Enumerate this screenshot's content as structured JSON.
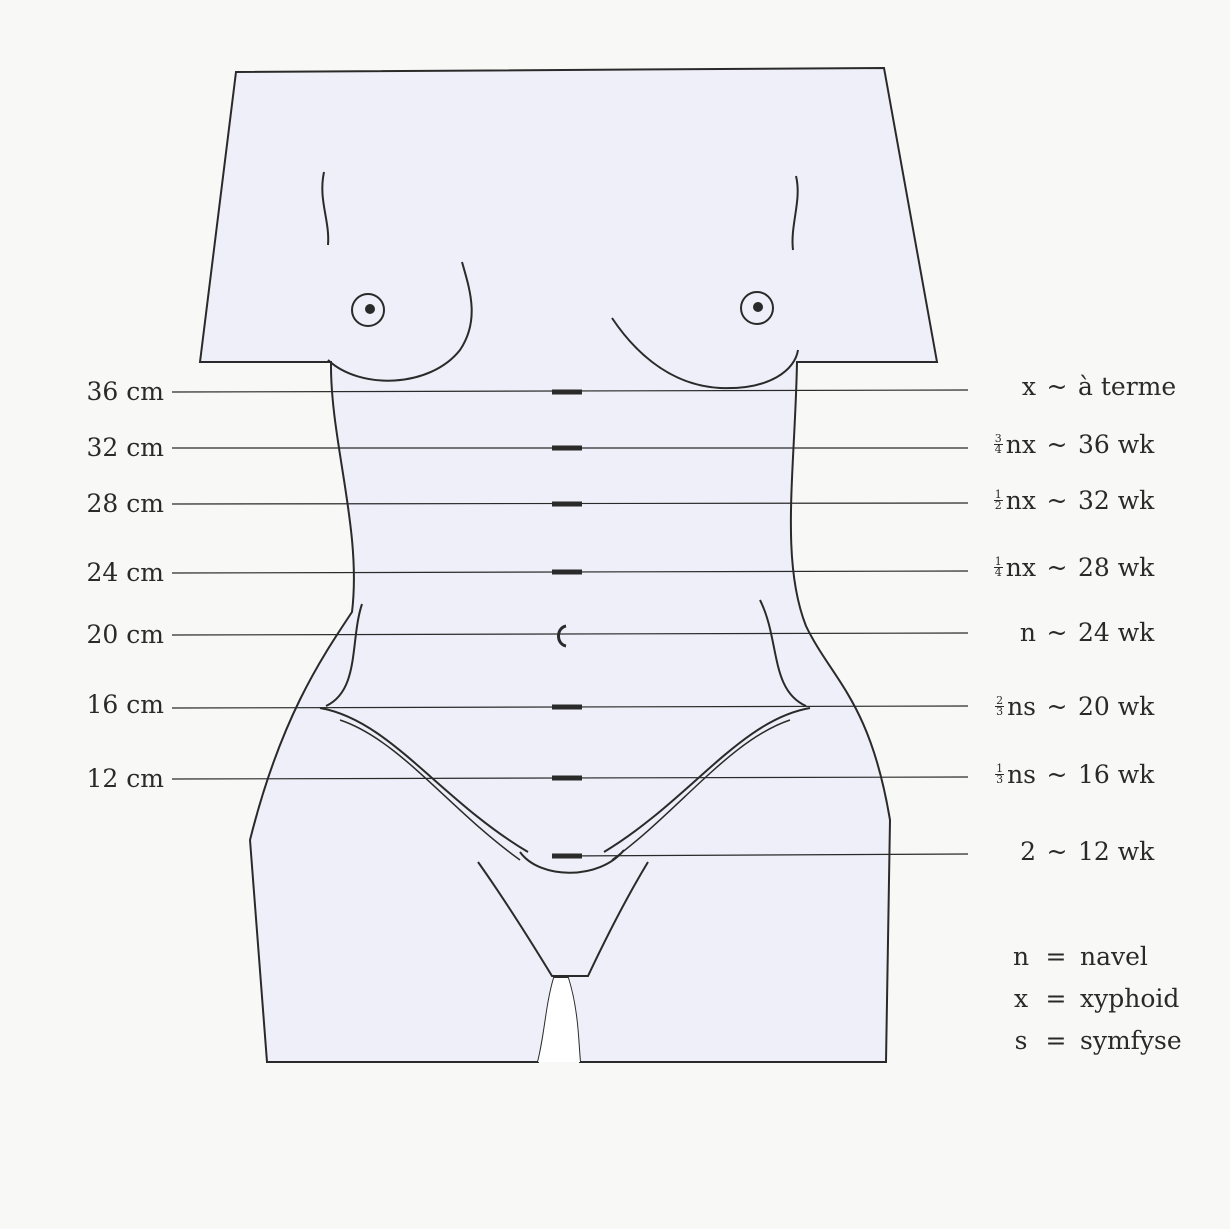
{
  "levels": [
    {
      "cm": "36 cm",
      "num": "",
      "den": "",
      "ratio": "x",
      "tilde": "~",
      "weeks": "à terme"
    },
    {
      "cm": "32 cm",
      "num": "3",
      "den": "4",
      "ratio": "nx",
      "tilde": "~",
      "weeks": "36 wk"
    },
    {
      "cm": "28 cm",
      "num": "1",
      "den": "2",
      "ratio": "nx",
      "tilde": "~",
      "weeks": "32 wk"
    },
    {
      "cm": "24 cm",
      "num": "1",
      "den": "4",
      "ratio": "nx",
      "tilde": "~",
      "weeks": "28 wk"
    },
    {
      "cm": "20 cm",
      "num": "",
      "den": "",
      "ratio": "n",
      "tilde": "~",
      "weeks": "24 wk"
    },
    {
      "cm": "16 cm",
      "num": "2",
      "den": "3",
      "ratio": "ns",
      "tilde": "~",
      "weeks": "20 wk"
    },
    {
      "cm": "12 cm",
      "num": "1",
      "den": "3",
      "ratio": "ns",
      "tilde": "~",
      "weeks": "16 wk"
    },
    {
      "cm": "",
      "num": "",
      "den": "",
      "ratio": "2",
      "tilde": "~",
      "weeks": "12 wk"
    }
  ],
  "legend": [
    {
      "symbol": "n",
      "eq": "=",
      "meaning": "navel"
    },
    {
      "symbol": "x",
      "eq": "=",
      "meaning": "xyphoid"
    },
    {
      "symbol": "s",
      "eq": "=",
      "meaning": "symfyse"
    }
  ],
  "colors": {
    "background": "#f8f8f6",
    "body_fill": "#eeeff8",
    "ink": "#2a2a2a"
  }
}
